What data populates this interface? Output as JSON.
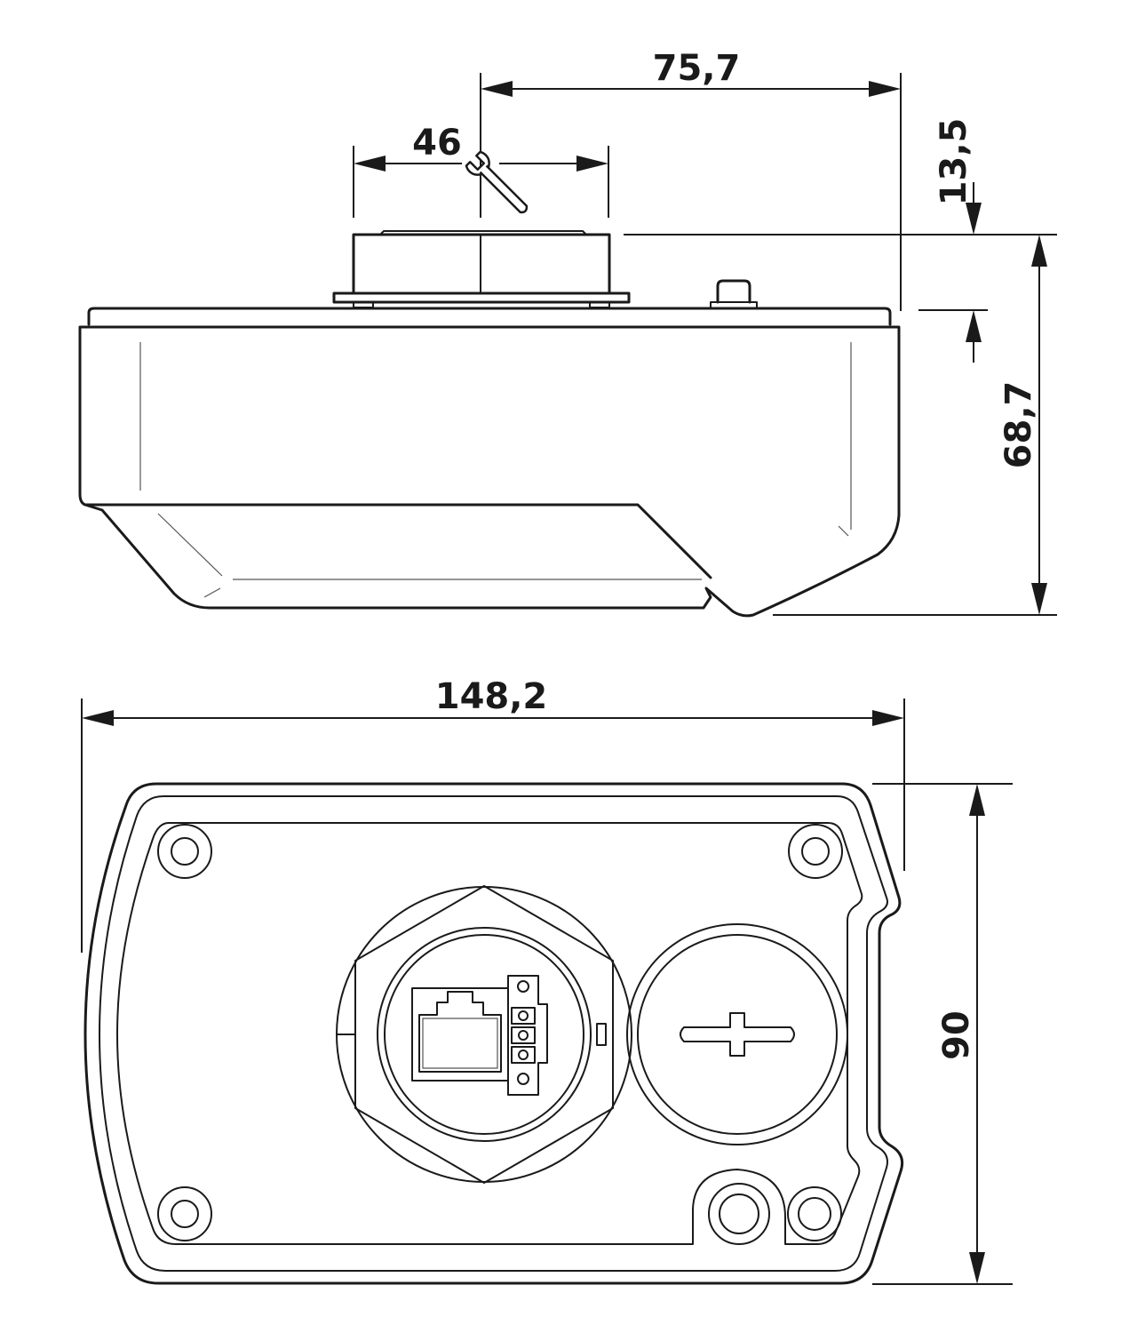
{
  "dimensions": {
    "width_top": "75,7",
    "wrench_size": "46",
    "height_top_section": "13,5",
    "total_height": "68,7",
    "overall_length": "148,2",
    "depth": "90"
  },
  "icons": {
    "wrench": "wrench-icon"
  }
}
